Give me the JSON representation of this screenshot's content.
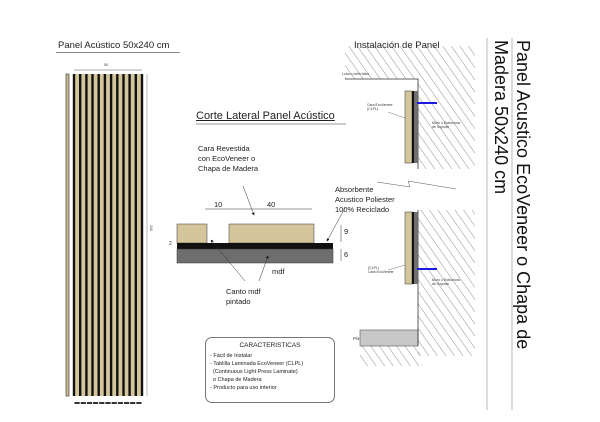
{
  "panel_view": {
    "title": "Panel Acústico 50x240 cm",
    "width_dim": "50",
    "height_dim": "240",
    "slat_count": 11
  },
  "section_view": {
    "title": "Corte Lateral Panel Acústico",
    "label_face": [
      "Cara Revestida",
      "con EcoVeneer o",
      "Chapa de Madera"
    ],
    "label_absorber": [
      "Absorbente",
      "Acustico Poliester",
      "100% Reciclado"
    ],
    "label_edge": [
      "Canto mdf",
      "pintado"
    ],
    "label_mdf": "mdf",
    "dim_gap": "10",
    "dim_slat": "40",
    "dim_slat_thickness": "9",
    "dim_mdf_thickness": "6",
    "dim_felt": "2"
  },
  "features": {
    "heading": "CARACTERISTICAS",
    "items": [
      "- Fácil de Instalar",
      "- Tablilla Laminada EcoVeneer (CLPL)",
      "  (Continuous Light Press Laminate)",
      "  o Chapa de Madera",
      "- Producto para uso interior"
    ]
  },
  "installation": {
    "title": "Instalación de Panel",
    "label_ceiling": "Losa o cielo falso",
    "label_face_top": [
      "Cara EcoVeneer",
      "(CLPL)"
    ],
    "label_wall_top": [
      "Muro o Estructura",
      "de Soporte"
    ],
    "label_face_bottom": [
      "(CLPL)",
      "Cara EcoVeneer"
    ],
    "label_wall_bottom": [
      "Muro o Estructura",
      "de Soporte"
    ],
    "label_floor": "Piso"
  },
  "sheet_title": {
    "line1": "Panel Acustico EcoVeneer o Chapa de",
    "line2": "Madera  50x240 cm"
  },
  "colors": {
    "wood": "#d3c59c",
    "slat_gap": "#111111",
    "mdf": "#6e6e6e",
    "floor": "#c8c8c8",
    "screw": "#1a1ae0"
  }
}
